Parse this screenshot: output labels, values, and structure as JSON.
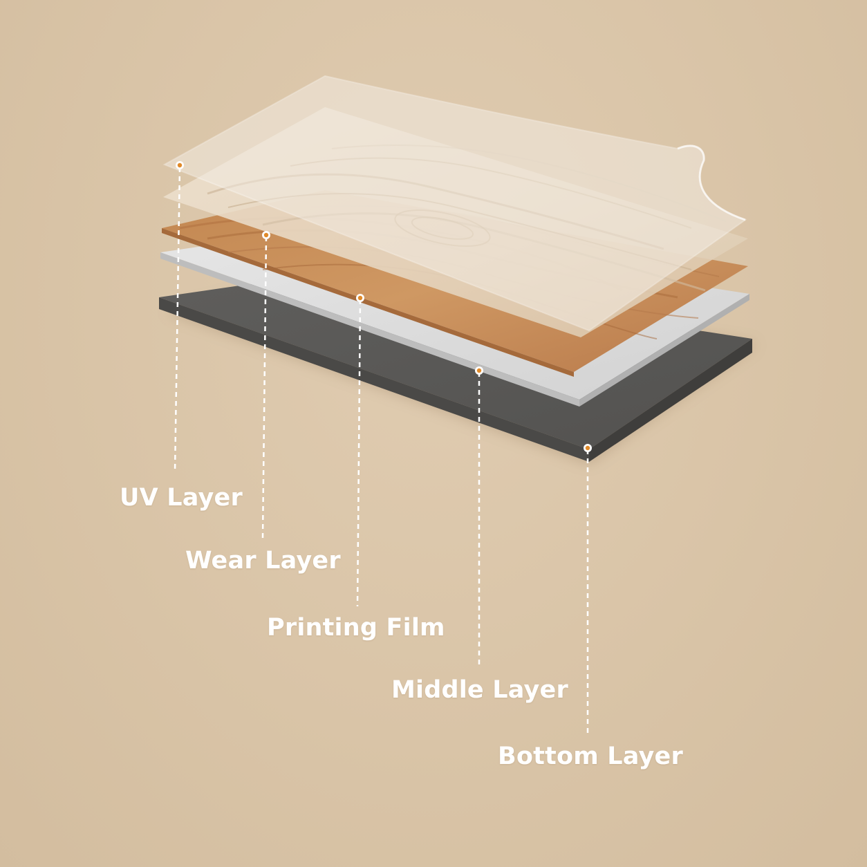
{
  "layers": [
    {
      "id": "uv",
      "label": "UV Layer"
    },
    {
      "id": "wear",
      "label": "Wear Layer"
    },
    {
      "id": "print",
      "label": "Printing Film"
    },
    {
      "id": "middle",
      "label": "Middle Layer"
    },
    {
      "id": "bottom",
      "label": "Bottom Layer"
    }
  ],
  "colors": {
    "background": "#d9c4a7",
    "marker": "#e08a2a",
    "label_text": "#ffffff",
    "bottom_layer": "#5a5957",
    "middle_layer": "#dcdcdc",
    "printing_film": "#c68b55",
    "wear_layer": "#e6d7c3"
  }
}
